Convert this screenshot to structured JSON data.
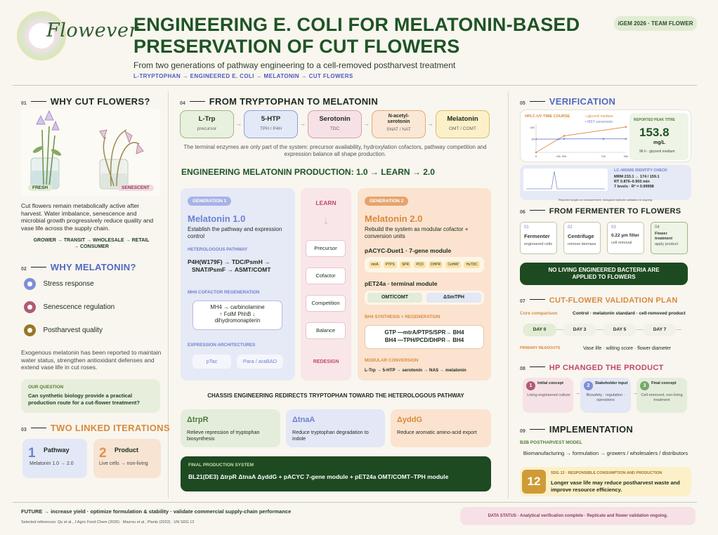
{
  "header": {
    "logo_text": "Flowever",
    "title_line1": "ENGINEERING E. COLI FOR MELATONIN-BASED",
    "title_line2": "PRESERVATION OF CUT FLOWERS",
    "subtitle": "From two generations of pathway engineering to a cell-removed postharvest treatment",
    "path": "L-TRYPTOPHAN → ENGINEERED E. COLI → MELATONIN → CUT FLOWERS",
    "badge": "iGEM 2026 · TEAM FLOWER"
  },
  "s01": {
    "num": "01",
    "title": "WHY CUT FLOWERS?",
    "fresh": "FRESH",
    "senescent": "SENESCENT",
    "text": "Cut flowers remain metabolically active after harvest. Water imbalance, senescence and microbial growth progressively reduce quality and vase life across the supply chain.",
    "chain_line1": "GROWER → TRANSIT → WHOLESALE → RETAIL",
    "chain_line2": "→ CONSUMER"
  },
  "s02": {
    "num": "02",
    "title": "WHY MELATONIN?",
    "items": [
      {
        "label": "Stress response",
        "color": "#7d8fd6"
      },
      {
        "label": "Senescence regulation",
        "color": "#b15a74"
      },
      {
        "label": "Postharvest quality",
        "color": "#9a7527"
      }
    ],
    "text": "Exogenous melatonin has been reported to maintain water status, strengthen antioxidant defenses and extend vase life in cut roses.",
    "question_label": "OUR QUESTION",
    "question": "Can synthetic biology provide a practical production route for a cut-flower treatment?"
  },
  "s03": {
    "num": "03",
    "title": "TWO LINKED ITERATIONS",
    "cards": [
      {
        "n": "1",
        "title": "Pathway",
        "sub": "Melatonin 1.0 → 2.0"
      },
      {
        "n": "2",
        "title": "Product",
        "sub": "Live cells → non-living"
      }
    ]
  },
  "s04": {
    "num": "04",
    "title": "FROM TRYPTOPHAN TO MELATONIN",
    "steps": [
      {
        "name": "L-Trp",
        "sub": "precursor"
      },
      {
        "name": "5-HTP",
        "sub": "TPH / P4H"
      },
      {
        "name": "Serotonin",
        "sub": "TDC"
      },
      {
        "name": "N-acetyl-serotonin",
        "sub": "SNAT / NAT"
      },
      {
        "name": "Melatonin",
        "sub": "OMT / COMT"
      }
    ],
    "note": "The terminal enzymes are only part of the system: precursor availability, hydroxylation cofactors, pathway competition and expression balance all shape production."
  },
  "eng": {
    "title": "ENGINEERING MELATONIN PRODUCTION: 1.0 → LEARN → 2.0",
    "gen1": {
      "tag": "GENERATION 1",
      "name": "Melatonin 1.0",
      "desc": "Establish the pathway and expression control",
      "hetero_label": "HETEROLOGOUS PATHWAY",
      "hetero_line1": "P4H(W179F) → TDC/PsmH →",
      "hetero_line2": "SNAT/PsmF → ASMT/COMT",
      "mh4_label": "MH4 COFACTOR REGENERATION",
      "mh4_line1": "MH4 → carbinolamine",
      "mh4_line2": "↑ FolM PhhB ↓",
      "mh4_line3": "dihydromonapterin",
      "expr_label": "EXPRESSION ARCHITECTURES",
      "expr": [
        "pTac",
        "Para / araBAD"
      ]
    },
    "learn": {
      "title": "LEARN",
      "items": [
        "Precursor",
        "Cofactor",
        "Competition",
        "Balance"
      ],
      "redesign": "REDESIGN"
    },
    "gen2": {
      "tag": "GENERATION 2",
      "name": "Melatonin 2.0",
      "desc": "Rebuild the system as modular cofactor + conversion units",
      "module1_label": "pACYC-Duet1 · 7-gene module",
      "module1_genes": [
        "mtrA",
        "PTPS",
        "SPR",
        "PCD",
        "DHPR",
        "CeHAT",
        "HsTDC"
      ],
      "module2_label": "pET24a · terminal module",
      "module2_genes": [
        "OMT/COMT",
        "ΔSmTPH"
      ],
      "bh4_label": "BH4 SYNTHESIS + REGENERATION",
      "bh4_line1": "GTP —mtrA/PTPS/SPR→ BH4",
      "bh4_line2": "BH4 —TPH/PCD/DHPR→ BH4",
      "mod_label": "MODULAR CONVERSION",
      "mod_line": "L-Trp → 5-HTP → serotonin → NAS → melatonin"
    },
    "chassis_title": "CHASSIS ENGINEERING REDIRECTS TRYPTOPHAN TOWARD THE HETEROLOGOUS PATHWAY",
    "chassis": [
      {
        "name": "ΔtrpR",
        "desc": "Relieve repression of tryptophan biosynthesis"
      },
      {
        "name": "ΔtnaA",
        "desc": "Reduce tryptophan degradation to indole"
      },
      {
        "name": "ΔyddG",
        "desc": "Reduce aromatic amino-acid export"
      }
    ],
    "final_label": "FINAL PRODUCTION SYSTEM",
    "final": "BL21(DE3) ΔtrpR ΔtnaA ΔyddG + pACYC 7-gene module + pET24a OMT/COMT–TPH module"
  },
  "s05": {
    "num": "05",
    "title": "VERIFICATION",
    "hplc_title": "HPLC-UV TIME COURSE",
    "legend1": "• glycerol medium",
    "legend2": "• MST conversion",
    "peak_label": "REPORTED PEAK TITRE",
    "peak_value": "153.8",
    "peak_unit": "mg/L",
    "peak_sub": "96 h · glycerol medium",
    "ms_title": "LC–MS/MS IDENTITY CHECK",
    "ms_lines": [
      "MRM 233.1 → 174 / 159.1",
      "RT 0.876–0.903 min",
      "7 levels · R² = 0.99998"
    ],
    "ms_note": "Reported single-run measurement; biological replicate validation is ongoing."
  },
  "chart_data": {
    "type": "line",
    "title": "HPLC-UV TIME COURSE",
    "x_ticks": [
      "0",
      "24h",
      "30h",
      "72h",
      "96h"
    ],
    "y_ticks": [
      "150",
      "80"
    ],
    "series": [
      {
        "name": "glycerol medium",
        "color": "#e0925a",
        "x": [
          0,
          24,
          30,
          96
        ],
        "y": [
          0,
          80,
          100,
          153.8
        ]
      },
      {
        "name": "MST conversion",
        "color": "#7d8fd6",
        "x": [
          0,
          24,
          30,
          72,
          96
        ],
        "y": [
          80,
          80,
          82,
          82,
          82
        ]
      }
    ]
  },
  "s06": {
    "num": "06",
    "title": "FROM FERMENTER TO FLOWERS",
    "steps": [
      {
        "n": "01",
        "name": "Fermenter",
        "sub": "engineered cells"
      },
      {
        "n": "02",
        "name": "Centrifuge",
        "sub": "remove biomass"
      },
      {
        "n": "03",
        "name": "0.22 µm filter",
        "sub": "cell removal"
      },
      {
        "n": "04",
        "name": "Flower treatment",
        "sub": "apply product"
      }
    ],
    "banner": "NO LIVING ENGINEERED BACTERIA ARE APPLIED TO FLOWERS"
  },
  "s07": {
    "num": "07",
    "title": "CUT-FLOWER VALIDATION PLAN",
    "core_label": "Core comparison",
    "core": "Control · melatonin standard · cell-removed product",
    "days": [
      "DAY 0",
      "DAY 3",
      "DAY 5",
      "DAY 7"
    ],
    "readout_label": "PRIMARY READOUTS",
    "readouts": "Vase life · wilting score · flower diameter"
  },
  "s08": {
    "num": "08",
    "title": "HP CHANGED THE PRODUCT",
    "cards": [
      {
        "n": "1",
        "title": "Initial concept",
        "sub": "Living engineered culture",
        "color": "#b15a74"
      },
      {
        "n": "2",
        "title": "Stakeholder input",
        "sub": "Biosafety · regulation · operations",
        "color": "#7d8fd6"
      },
      {
        "n": "3",
        "title": "Final concept",
        "sub": "Cell-removed, non-living treatment",
        "color": "#77a86a"
      }
    ]
  },
  "s09": {
    "num": "09",
    "title": "IMPLEMENTATION",
    "b2b_label": "B2B POSTHARVEST MODEL",
    "chain": "Biomanufacturing → formulation → growers / wholesalers / distributors",
    "sdg_n": "12",
    "sdg_label": "SDG 12 · RESPONSIBLE CONSUMPTION AND PRODUCTION",
    "sdg_text": "Longer vase life may reduce postharvest waste and improve resource efficiency."
  },
  "footer": {
    "future": "FUTURE → increase yield · optimize formulation & stability · validate commercial supply-chain performance",
    "refs": "Selected references: Qu et al., J Agric Food Chem (2026) · Mazrou et al., Plants (2022) · UN SDG 12",
    "status": "DATA STATUS · Analytical verification complete · Replicate and flower validation ongoing."
  },
  "colors": {
    "green_dark": "#1f5425",
    "blue": "#5468c2",
    "orange": "#d9893b",
    "pink": "#c0486e"
  }
}
